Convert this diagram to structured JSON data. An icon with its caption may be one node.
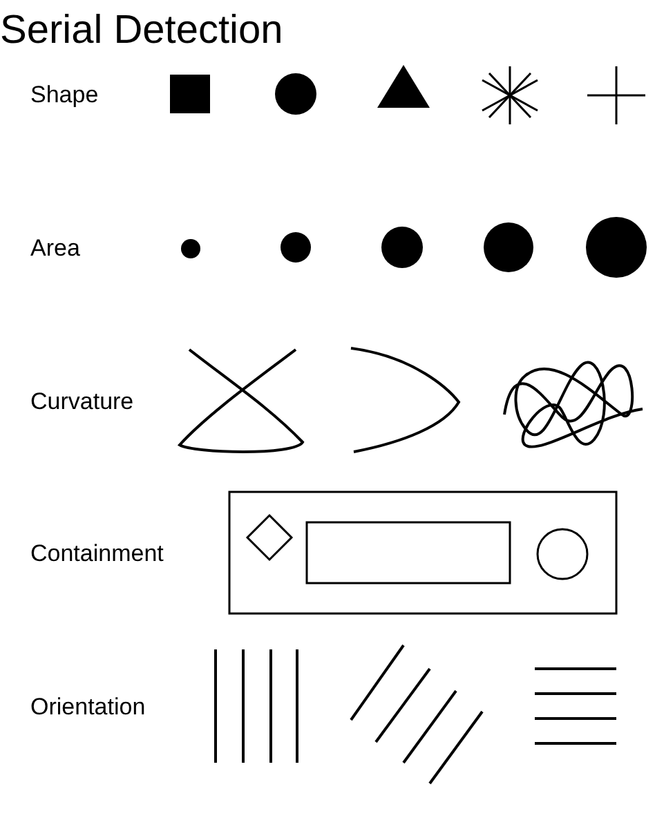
{
  "diagram": {
    "title": "Serial Detection",
    "labels": [
      "Shape",
      "Area",
      "Curvature",
      "Containment",
      "Orientation"
    ]
  }
}
